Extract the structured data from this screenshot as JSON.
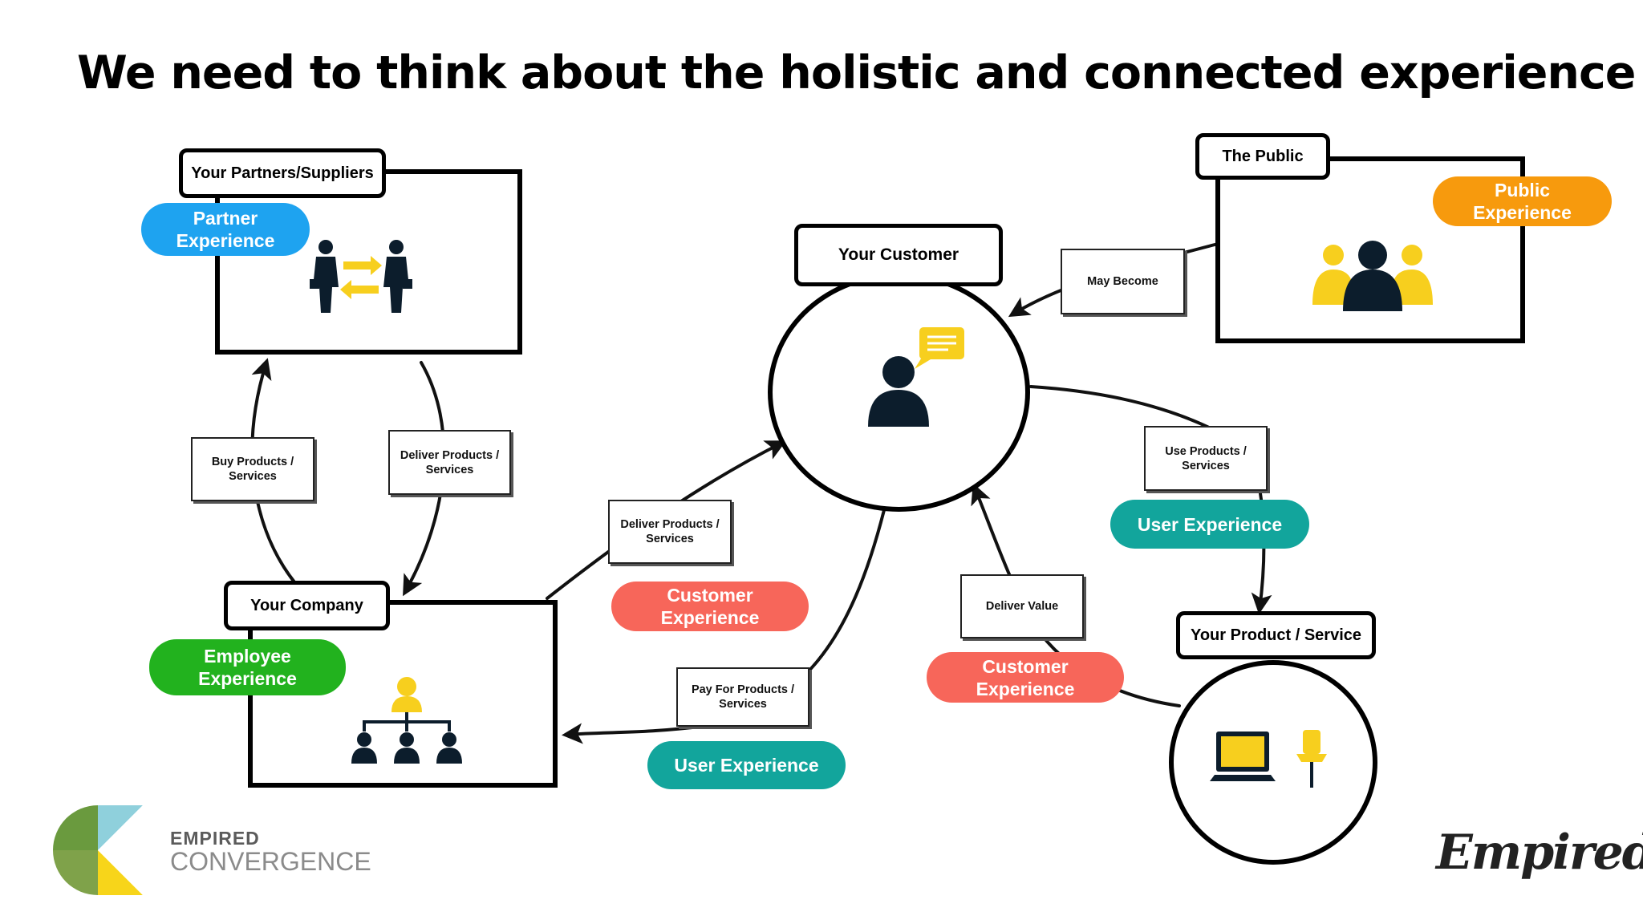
{
  "title": "We need to think about the holistic and connected experience",
  "nodes": {
    "partners": "Your Partners/Suppliers",
    "company": "Your Company",
    "customer": "Your Customer",
    "public": "The Public",
    "product": "Your Product / Service"
  },
  "edges": {
    "buy": "Buy Products / Services",
    "deliver_partner": "Deliver Products / Services",
    "deliver_customer": "Deliver Products / Services",
    "pay": "Pay For Products / Services",
    "may_become": "May Become",
    "use": "Use Products / Services",
    "deliver_value": "Deliver Value"
  },
  "experiences": {
    "partner": "Partner Experience",
    "employee": "Employee Experience",
    "customer_1": "Customer Experience",
    "user_1": "User Experience",
    "public": "Public Experience",
    "user_2": "User Experience",
    "customer_2": "Customer Experience"
  },
  "colors": {
    "partner": "#1ea3f0",
    "employee": "#22b21e",
    "customer": "#f7665a",
    "user": "#12a59c",
    "public": "#f79a0d",
    "accent_yellow": "#f7cf1e",
    "dark": "#0c1d2c"
  },
  "logos": {
    "left_line1": "EMPIRED",
    "left_line2": "CONVERGENCE",
    "right": "Empired"
  }
}
